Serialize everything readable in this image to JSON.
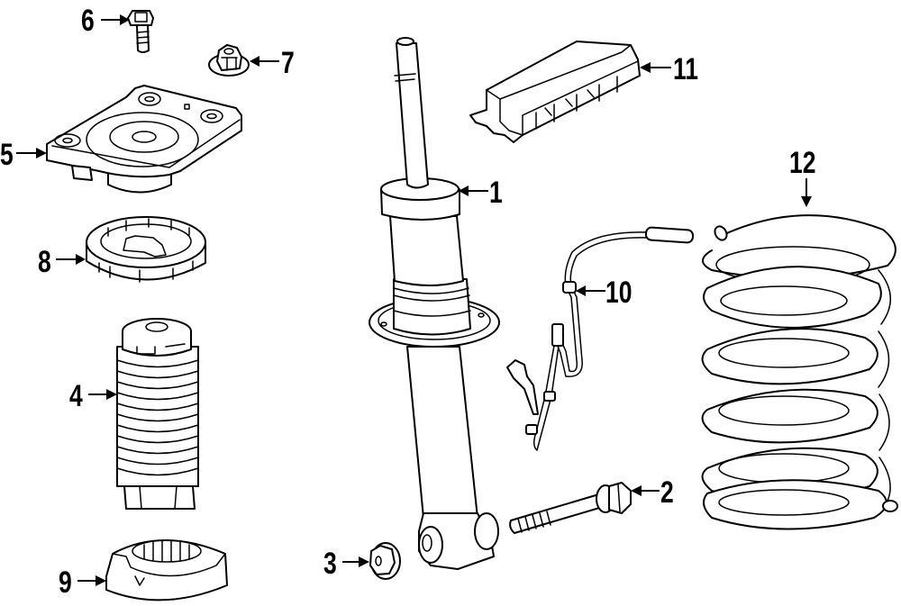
{
  "diagram": {
    "type": "exploded-parts-diagram",
    "subject": "rear suspension strut assembly",
    "colors": {
      "line": "#000000",
      "background": "#ffffff"
    },
    "callouts": [
      {
        "id": "1",
        "label": "1",
        "part": "shock-absorber-strut"
      },
      {
        "id": "2",
        "label": "2",
        "part": "lower-mount-bolt"
      },
      {
        "id": "3",
        "label": "3",
        "part": "lower-mount-nut"
      },
      {
        "id": "4",
        "label": "4",
        "part": "dust-boot-bump-stop"
      },
      {
        "id": "5",
        "label": "5",
        "part": "upper-strut-mount"
      },
      {
        "id": "6",
        "label": "6",
        "part": "mount-bolt"
      },
      {
        "id": "7",
        "label": "7",
        "part": "flange-nut"
      },
      {
        "id": "8",
        "label": "8",
        "part": "upper-spring-seat"
      },
      {
        "id": "9",
        "label": "9",
        "part": "lower-spring-seat"
      },
      {
        "id": "10",
        "label": "10",
        "part": "sensor-wiring-harness"
      },
      {
        "id": "11",
        "label": "11",
        "part": "control-module"
      },
      {
        "id": "12",
        "label": "12",
        "part": "coil-spring"
      }
    ]
  }
}
